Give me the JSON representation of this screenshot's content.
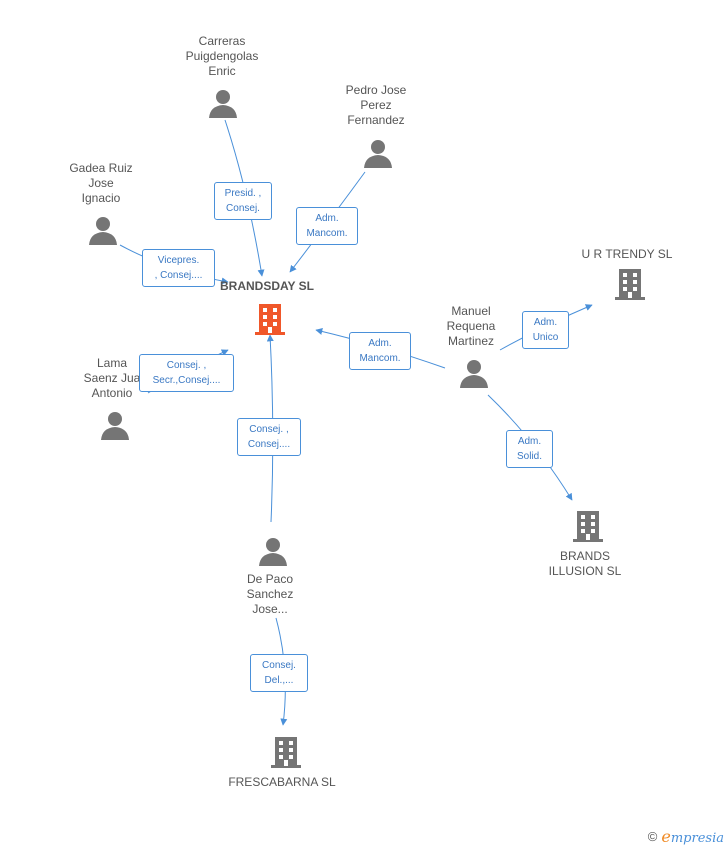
{
  "colors": {
    "main_company": "#f0572a",
    "company": "#757575",
    "person": "#757575",
    "edge": "#4a90d9"
  },
  "nodes": {
    "brandsday": {
      "label": "BRANDSDAY SL",
      "icon": "building-icon"
    },
    "carreras": {
      "label": "Carreras\nPuigdengolas\nEnric",
      "icon": "person-icon"
    },
    "pedro": {
      "label": "Pedro Jose\nPerez\nFernandez",
      "icon": "person-icon"
    },
    "gadea": {
      "label": "Gadea Ruiz\nJose\nIgnacio",
      "icon": "person-icon"
    },
    "lama": {
      "label": "Lama\nSaenz Jua\nAntonio",
      "icon": "person-icon"
    },
    "depaco": {
      "label": "De Paco\nSanchez\nJose...",
      "icon": "person-icon"
    },
    "manuel": {
      "label": "Manuel\nRequena\nMartinez",
      "icon": "person-icon"
    },
    "urtrendy": {
      "label": "U R TRENDY SL",
      "icon": "building-icon"
    },
    "brandsillusion": {
      "label": "BRANDS\nILLUSION SL",
      "icon": "building-icon"
    },
    "frescabarna": {
      "label": "FRESCABARNA SL",
      "icon": "building-icon"
    }
  },
  "roles": {
    "carreras": "Presid. ,\nConsej.",
    "pedro": "Adm.\nMancom.",
    "gadea": "Vicepres.\n, Consej....",
    "lama": "Consej. ,\nSecr.,Consej....",
    "depaco_brandsday": "Consej. ,\nConsej....",
    "manuel_brandsday": "Adm.\nMancom.",
    "manuel_urtrendy": "Adm.\nUnico",
    "manuel_brandsillusion": "Adm.\nSolid.",
    "depaco_frescabarna": "Consej.\nDel.,..."
  },
  "footer": {
    "copyright": "©",
    "brand_initial": "e",
    "brand_rest": "mpresia"
  }
}
